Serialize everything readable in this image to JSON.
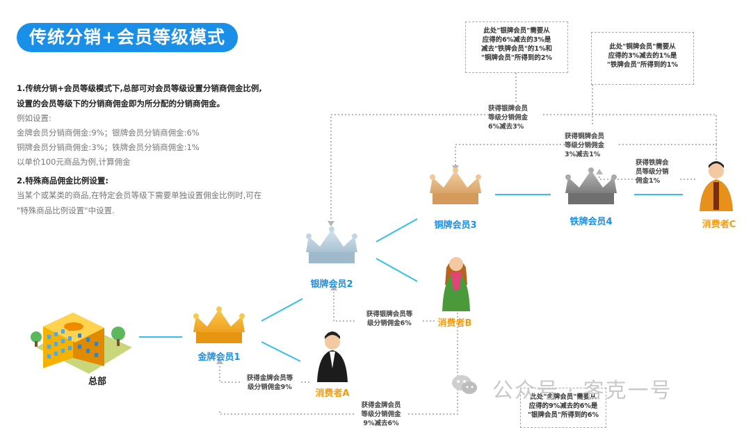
{
  "title": "传统分销+会员等级模式",
  "description": {
    "heading1": "1.传统分销+会员等级模式下,总部可对会员等级设置分销商佣金比例,",
    "heading1_cont": "设置的会员等级下的分销商佣金即为所分配的分销商佣金。",
    "example_label": "例如设置:",
    "example_line1": "金牌会员分销商佣金:9%；银牌会员分销商佣金:6%",
    "example_line2": "铜牌会员分销商佣金:3%；铁牌会员分销商佣金:1%",
    "example_line3": "以单价100元商品为例,计算佣金",
    "heading2": "2.特殊商品佣金比例设置:",
    "special_line1": "当某个或某类的商品,在特定会员等级下需要单独设置佣金比例时,可在",
    "special_line2": "\"特殊商品比例设置\"中设置."
  },
  "nodes": {
    "hq": "总部",
    "gold": "金牌会员1",
    "silver": "银牌会员2",
    "bronze": "铜牌会员3",
    "iron": "铁牌会员4",
    "consumer_a": "消费者A",
    "consumer_b": "消费者B",
    "consumer_c": "消费者C"
  },
  "notes": {
    "gold_from_a": [
      "获得金牌会员等",
      "级分销佣金9%"
    ],
    "silver_from_b": [
      "获得银牌会员等",
      "级分销佣金6%"
    ],
    "iron_from_c": [
      "获得铁牌会",
      "员等级分销",
      "佣金1%"
    ],
    "bronze_from_c": [
      "获得铜牌会员",
      "等级分销佣金",
      "3%减去1%"
    ],
    "silver_from_c": [
      "获得银牌会员",
      "等级分销佣金",
      "6%减去3%"
    ],
    "gold_from_c": [
      "获得金牌会员",
      "等级分销佣金",
      "9%减去6%"
    ]
  },
  "box_notes": {
    "silver_explain": [
      "此处\"银牌会员\"需要从",
      "应得的6%减去的3%是",
      "减去\"铁牌会员\"的1%和",
      "\"铜牌会员\"所得到的2%"
    ],
    "bronze_explain": [
      "此处\"铜牌会员\"需要从",
      "应得的3%减去的1%是",
      "\"铁牌会员\"所得到的1%"
    ],
    "gold_explain": [
      "此处\"金牌会员\"需要从",
      "应得的9%减去的6%是",
      "\"银牌会员\"所得到的6%"
    ]
  },
  "watermark": "公众号 · 客克一号",
  "colors": {
    "accent": "#1a8fe8",
    "consumer": "#f39c12",
    "solid_line": "#33bfe6",
    "dotted_line": "#b0b0b0"
  }
}
